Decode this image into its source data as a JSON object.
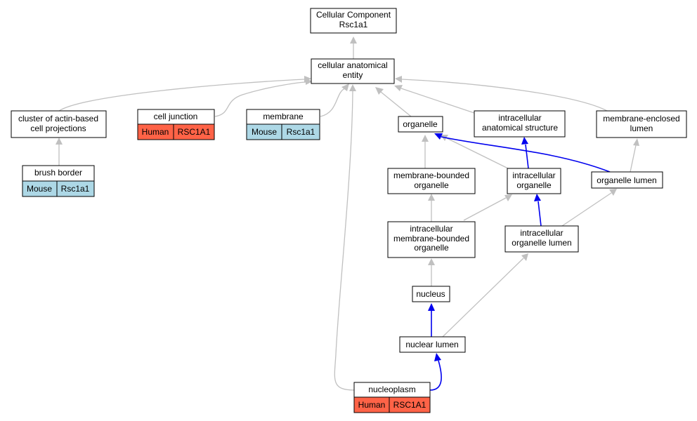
{
  "colors": {
    "human": "#ff6347",
    "mouse": "#add8e6",
    "edge_default": "#c0c0c0",
    "edge_highlight": "#0000ee"
  },
  "nodes": {
    "root": {
      "line1": "Cellular Component",
      "line2": "Rsc1a1"
    },
    "cae": {
      "line1": "cellular anatomical",
      "line2": "entity"
    },
    "cluster": {
      "line1": "cluster of actin-based",
      "line2": "cell projections"
    },
    "cell_junction": {
      "label": "cell junction",
      "species": "Human",
      "gene": "RSC1A1"
    },
    "membrane": {
      "label": "membrane",
      "species": "Mouse",
      "gene": "Rsc1a1"
    },
    "organelle": {
      "label": "organelle"
    },
    "ias": {
      "line1": "intracellular",
      "line2": "anatomical structure"
    },
    "mel": {
      "line1": "membrane-enclosed",
      "line2": "lumen"
    },
    "brush_border": {
      "label": "brush border",
      "species": "Mouse",
      "gene": "Rsc1a1"
    },
    "mbo": {
      "line1": "membrane-bounded",
      "line2": "organelle"
    },
    "io": {
      "line1": "intracellular",
      "line2": "organelle"
    },
    "ol": {
      "label": "organelle lumen"
    },
    "imbo": {
      "line1": "intracellular",
      "line2": "membrane-bounded",
      "line3": "organelle"
    },
    "iol": {
      "line1": "intracellular",
      "line2": "organelle lumen"
    },
    "nucleus": {
      "label": "nucleus"
    },
    "nuclear_lumen": {
      "label": "nuclear lumen"
    },
    "nucleoplasm": {
      "label": "nucleoplasm",
      "species": "Human",
      "gene": "RSC1A1"
    }
  }
}
